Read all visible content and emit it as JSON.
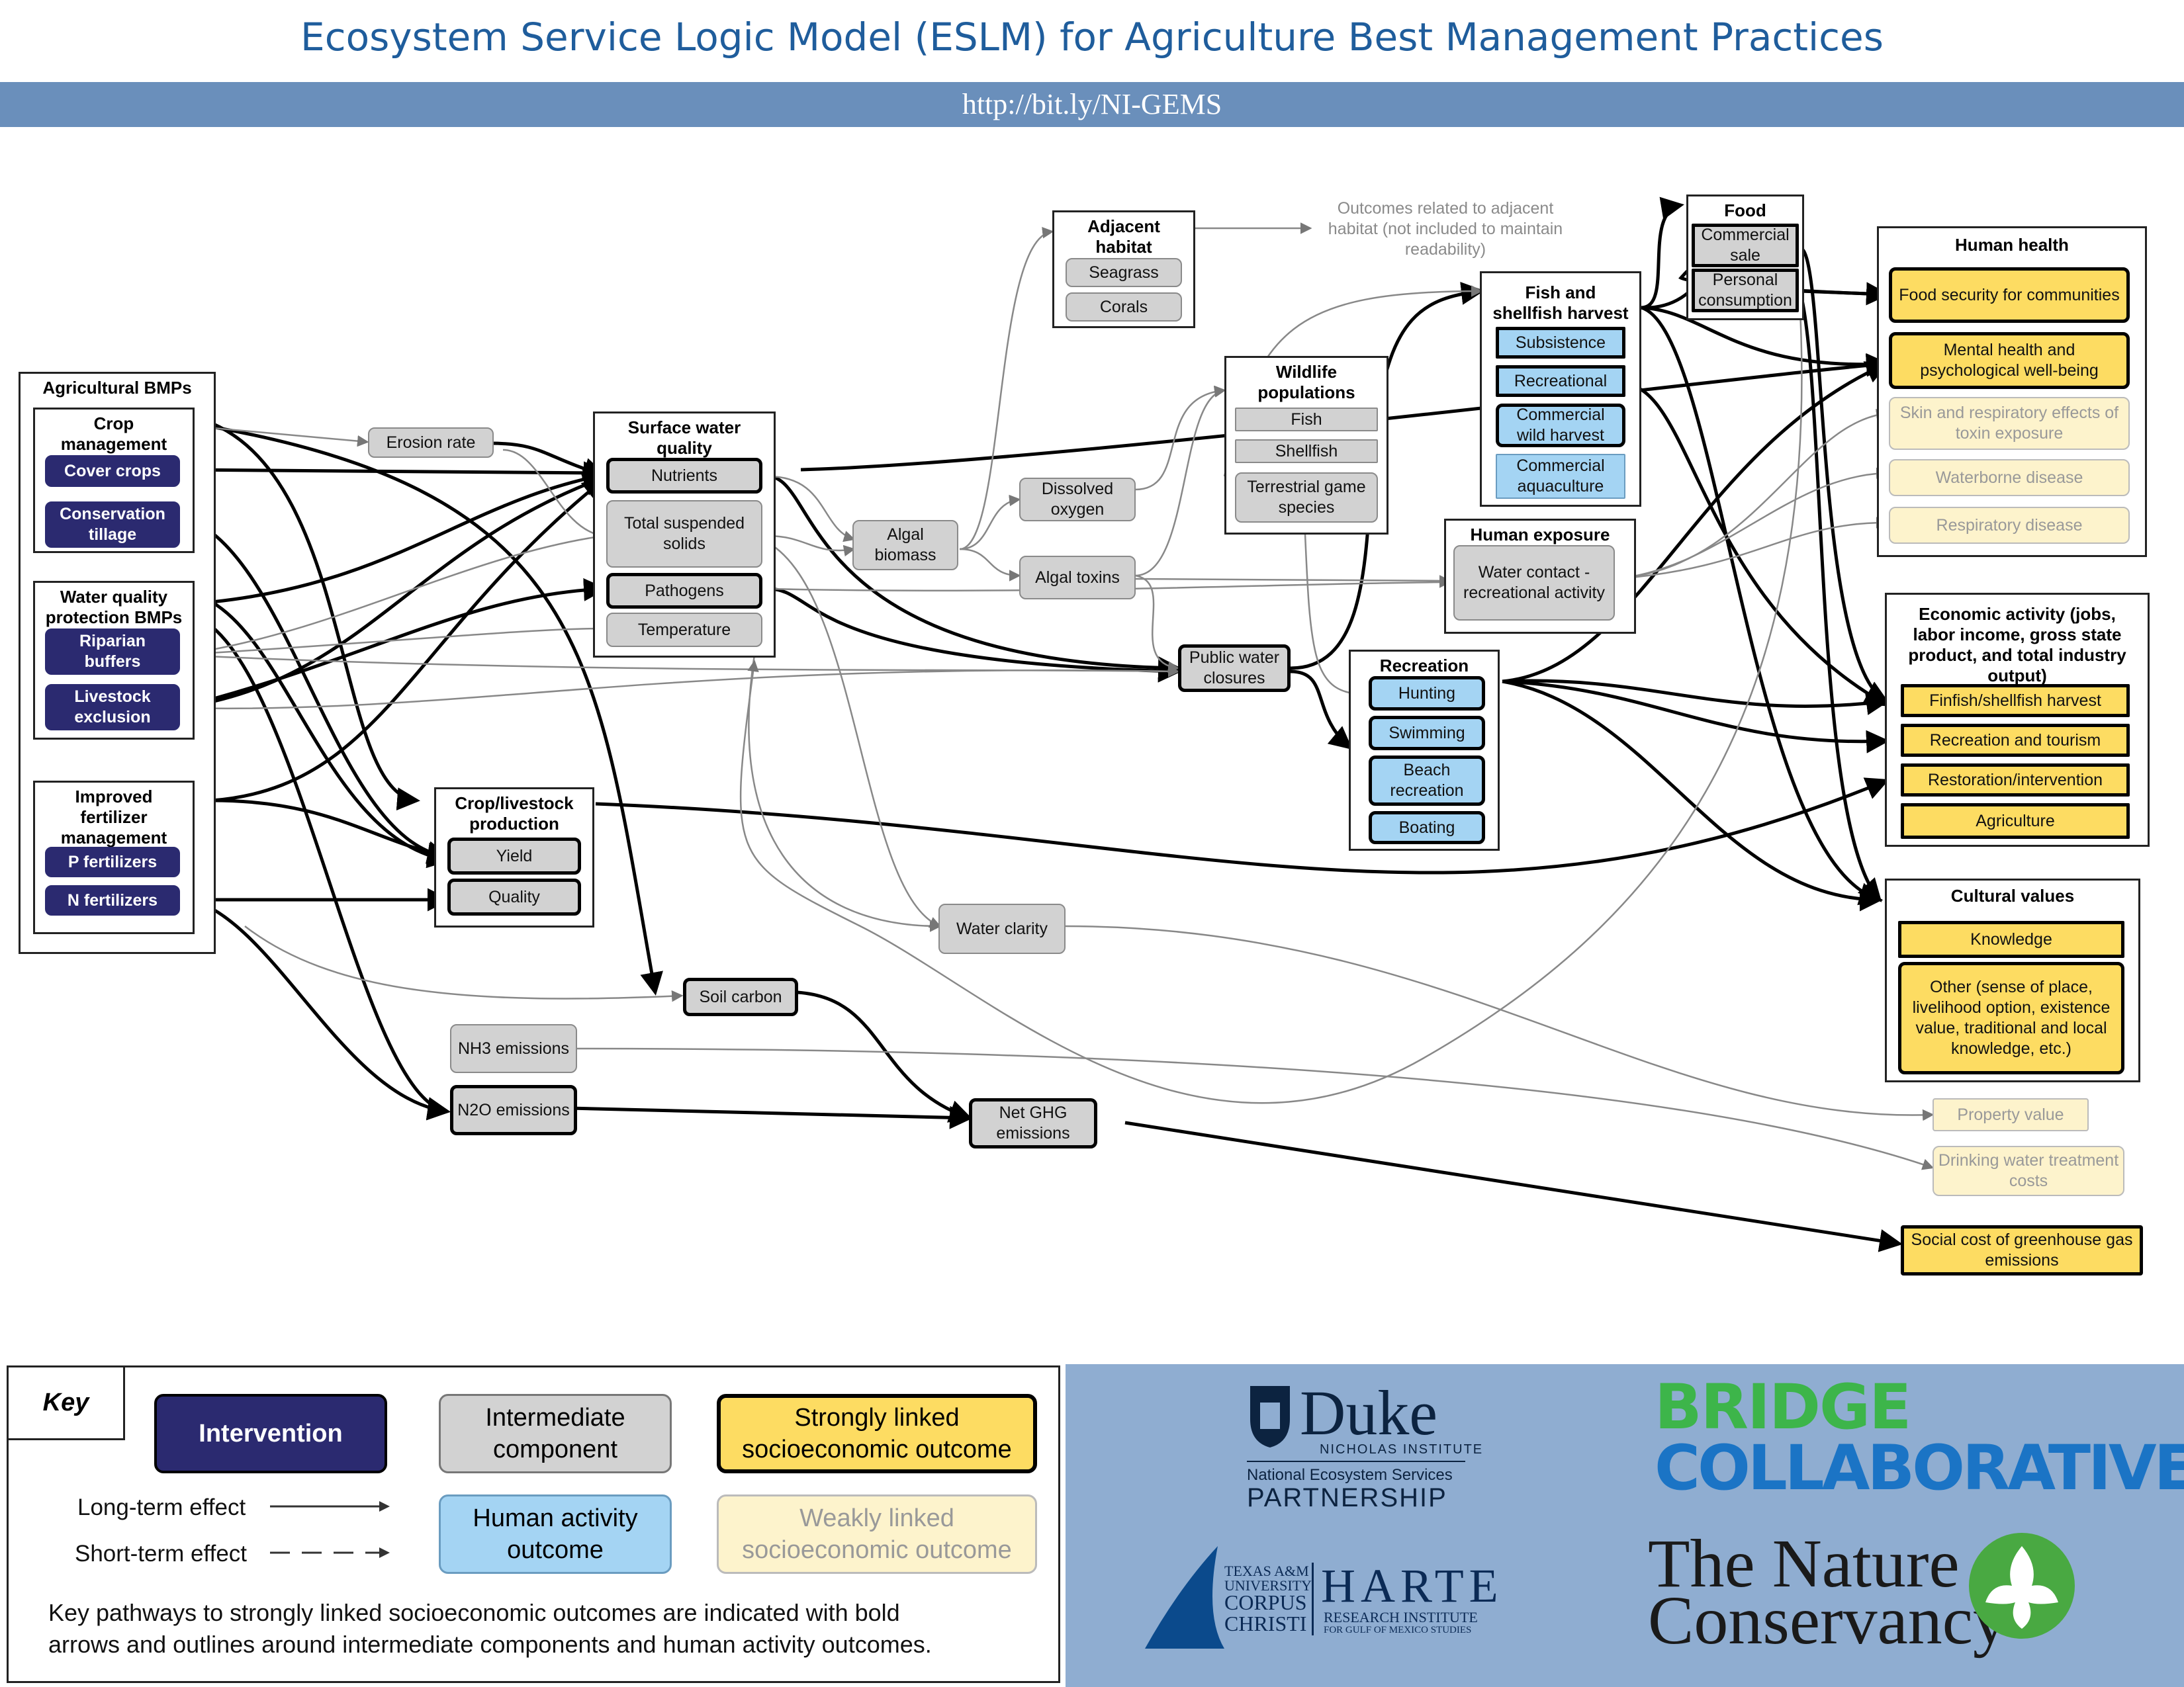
{
  "header": {
    "title": "Ecosystem Service Logic Model (ESLM) for Agriculture Best Management Practices",
    "url": "http://bit.ly/NI-GEMS"
  },
  "groups": {
    "ag_bmps": "Agricultural BMPs",
    "crop_mgmt": "Crop management",
    "wq_bmps": "Water quality protection BMPs",
    "fert_mgmt": "Improved fertilizer management",
    "crop_livestock": "Crop/livestock production",
    "surface_water": "Surface water quality",
    "adjacent": "Adjacent habitat",
    "wildlife": "Wildlife populations",
    "fish_harvest": "Fish and shellfish harvest",
    "food": "Food",
    "human_exposure": "Human exposure",
    "recreation": "Recreation",
    "human_health": "Human health",
    "economic": "Economic activity (jobs, labor income, gross state product, and total industry output)",
    "cultural": "Cultural values"
  },
  "nodes": {
    "cover_crops": "Cover crops",
    "cons_tillage": "Conservation tillage",
    "riparian": "Riparian buffers",
    "livestock_excl": "Livestock exclusion",
    "p_fert": "P fertilizers",
    "n_fert": "N fertilizers",
    "erosion": "Erosion rate",
    "nutrients": "Nutrients",
    "tss": "Total suspended solids",
    "pathogens": "Pathogens",
    "temperature": "Temperature",
    "yield": "Yield",
    "quality": "Quality",
    "soil_carbon": "Soil carbon",
    "nh3": "NH3 emissions",
    "n2o": "N2O emissions",
    "net_ghg": "Net GHG emissions",
    "algal_biomass": "Algal biomass",
    "dissolved_o2": "Dissolved oxygen",
    "algal_toxins": "Algal toxins",
    "water_clarity": "Water clarity",
    "seagrass": "Seagrass",
    "corals": "Corals",
    "fish": "Fish",
    "shellfish": "Shellfish",
    "terrestrial": "Terrestrial game species",
    "public_closures": "Public water closures",
    "water_contact": "Water contact - recreational activity",
    "subsistence": "Subsistence",
    "recreational": "Recreational",
    "comm_wild": "Commercial wild harvest",
    "comm_aqua": "Commercial aquaculture",
    "comm_sale": "Commercial sale",
    "personal": "Personal consumption",
    "hunting": "Hunting",
    "swimming": "Swimming",
    "beach": "Beach recreation",
    "boating": "Boating",
    "food_security": "Food security for communities",
    "mental": "Mental health and psychological well-being",
    "skin": "Skin and respiratory effects of toxin exposure",
    "waterborne": "Waterborne disease",
    "respiratory": "Respiratory disease",
    "finfish": "Finfish/shellfish harvest",
    "rec_tourism": "Recreation and tourism",
    "restoration": "Restoration/intervention",
    "agriculture": "Agriculture",
    "knowledge": "Knowledge",
    "other_cultural": "Other (sense of place, livelihood option, existence value, traditional and local knowledge, etc.)",
    "property": "Property value",
    "drinking": "Drinking water treatment costs",
    "social_cost": "Social cost of greenhouse gas emissions"
  },
  "note_adjacent": "Outcomes related to adjacent habitat (not included to maintain readability)",
  "key": {
    "label": "Key",
    "intervention": "Intervention",
    "intermediate": "Intermediate component",
    "strong": "Strongly linked socioeconomic outcome",
    "human_activity": "Human activity outcome",
    "weak": "Weakly linked socioeconomic outcome",
    "long_term": "Long-term effect",
    "short_term": "Short-term effect",
    "footnote_1": "Key pathways to strongly linked socioeconomic outcomes are indicated with bold",
    "footnote_2": "arrows and outlines around intermediate components and human activity outcomes."
  },
  "logos": {
    "duke": "Duke",
    "duke_sub": "NICHOLAS INSTITUTE",
    "nesp_1": "National Ecosystem Services",
    "nesp_2": "PARTNERSHIP",
    "bridge": "BRIDGE",
    "collab": "COLLABORATIVE",
    "tamu_1": "TEXAS A&M",
    "tamu_2": "UNIVERSITY",
    "tamu_3": "CORPUS",
    "tamu_4": "CHRISTI",
    "harte": "HARTE",
    "harte_sub_1": "RESEARCH INSTITUTE",
    "harte_sub_2": "FOR GULF OF MEXICO STUDIES",
    "tnc_1": "The Nature",
    "tnc_2": "Conservancy"
  },
  "colors": {
    "intervention": "#2b2a70",
    "intermediate": "#d2d2d2",
    "human": "#a4d4f3",
    "strong": "#fddc62",
    "weak": "#fdf3cc",
    "title": "#1f5d9c",
    "banner": "#6a8fbb"
  }
}
